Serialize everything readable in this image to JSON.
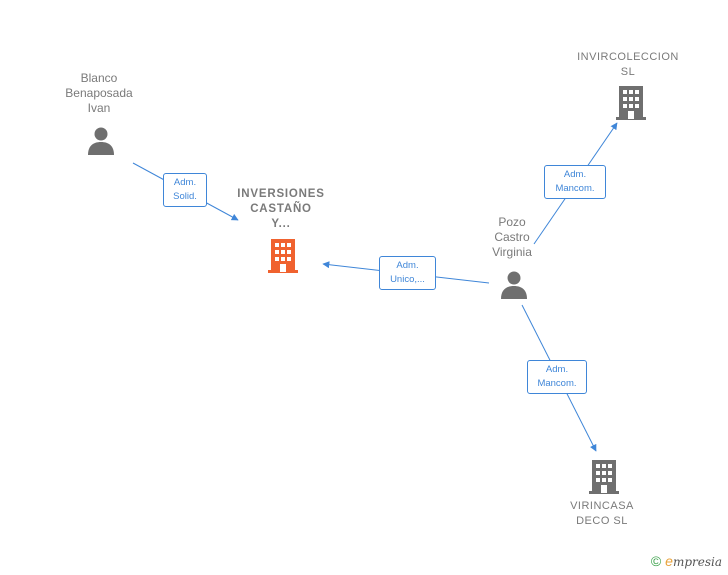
{
  "nodes": {
    "blanco": {
      "label": "Blanco\nBenaposada\nIvan",
      "type": "person"
    },
    "inversiones": {
      "label": "INVERSIONES\nCASTAÑO\nY...",
      "type": "company-main"
    },
    "pozo": {
      "label": "Pozo\nCastro\nVirginia",
      "type": "person"
    },
    "invircoleccion": {
      "label": "INVIRCOLECCION\nSL",
      "type": "company"
    },
    "virincasa": {
      "label": "VIRINCASA\nDECO SL",
      "type": "company"
    }
  },
  "edges": {
    "blanco_inversiones": "Adm.\nSolid.",
    "pozo_inversiones": "Adm.\nUnico,...",
    "pozo_invircoleccion": "Adm.\nMancom.",
    "pozo_virincasa": "Adm.\nMancom."
  },
  "colors": {
    "edge": "#3f86d8",
    "icon": "#6f6f6f",
    "main_icon": "#f0622f"
  },
  "footer": {
    "copyright": "©",
    "brand_initial": "e",
    "brand_rest": "mpresia"
  }
}
